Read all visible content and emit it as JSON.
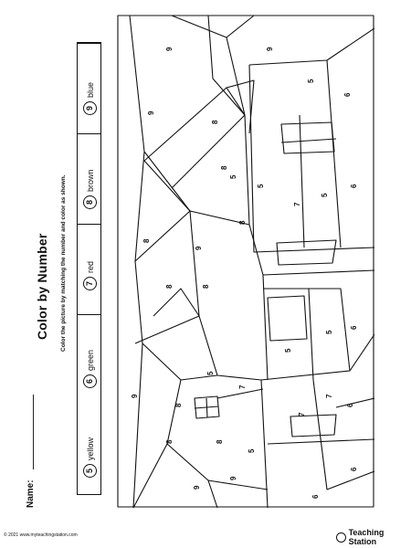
{
  "worksheet": {
    "name_label": "Name:",
    "title": "Color by Number",
    "instructions": "Color the picture by matching the number and color as shown."
  },
  "legend": [
    {
      "number": "5",
      "color_name": "yellow",
      "color": "#f5d800"
    },
    {
      "number": "6",
      "color_name": "green",
      "color": "#2e9e3a"
    },
    {
      "number": "7",
      "color_name": "red",
      "color": "#d42a2a"
    },
    {
      "number": "8",
      "color_name": "brown",
      "color": "#7a4b22"
    },
    {
      "number": "9",
      "color_name": "blue",
      "color": "#2a5fd4"
    }
  ],
  "region_numbers": [
    "5",
    "6",
    "7",
    "8",
    "9"
  ],
  "footer": {
    "copyright": "© 2021 www.myteachingstation.com",
    "brand": "Teaching Station"
  }
}
